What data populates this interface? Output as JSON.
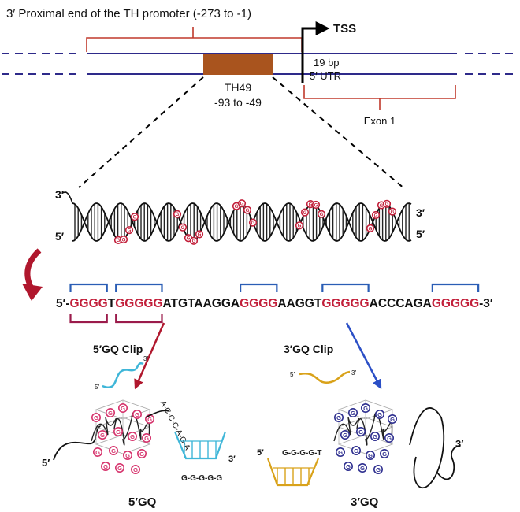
{
  "promoter": {
    "title": "3′ Proximal end of the TH promoter (-273 to -1)",
    "tss": "TSS",
    "utr_bp": "19 bp",
    "utr_label": "5′ UTR",
    "exon": "Exon 1",
    "element_name": "TH49",
    "element_range": "-93 to -49"
  },
  "helix": {
    "label_3_left": "3′",
    "label_5_left": "5′",
    "label_3_right": "3′",
    "label_5_right": "5′"
  },
  "sequence": {
    "prefix": "5′-",
    "suffix": "-3′",
    "segments": [
      {
        "text": "GGGG",
        "g": true
      },
      {
        "text": "T",
        "g": false
      },
      {
        "text": "GGGGG",
        "g": true
      },
      {
        "text": "ATGTAA",
        "g": false
      },
      {
        "text": "GG",
        "g": false
      },
      {
        "text": "A",
        "g": false
      },
      {
        "text": "GGGG",
        "g": true
      },
      {
        "text": "AA",
        "g": false
      },
      {
        "text": "GG",
        "g": false
      },
      {
        "text": "T",
        "g": false
      },
      {
        "text": "GGGGG",
        "g": true
      },
      {
        "text": "ACCCAGA",
        "g": false
      },
      {
        "text": "GGGGG",
        "g": true
      }
    ]
  },
  "structures": {
    "clip5_title": "5′GQ Clip",
    "clip3_title": "3′GQ Clip",
    "gq5_label": "5′GQ",
    "gq3_label": "3′GQ",
    "loop_text": "A-C-C-C-A-G-A",
    "clip_tail": "G-G-G-G-G",
    "gq3_tail": "G-G-G-G-T",
    "end_3": "3′",
    "end_5": "5′",
    "g": "G"
  },
  "colors": {
    "promoter_bracket": "#c0392b",
    "dna_line": "#2e2a8a",
    "th49_box": "#a9541e",
    "g_red": "#c21f3a",
    "bracket_blue": "#2a5db5",
    "bracket_maroon": "#9b1b4b",
    "arrow_red": "#b0172d",
    "arrow_blue": "#2b4fc6",
    "clip_cyan": "#3fb6d8",
    "clip_gold": "#d9a21a",
    "g_pink": "#d6336c",
    "g_navy": "#2e2f8f"
  }
}
